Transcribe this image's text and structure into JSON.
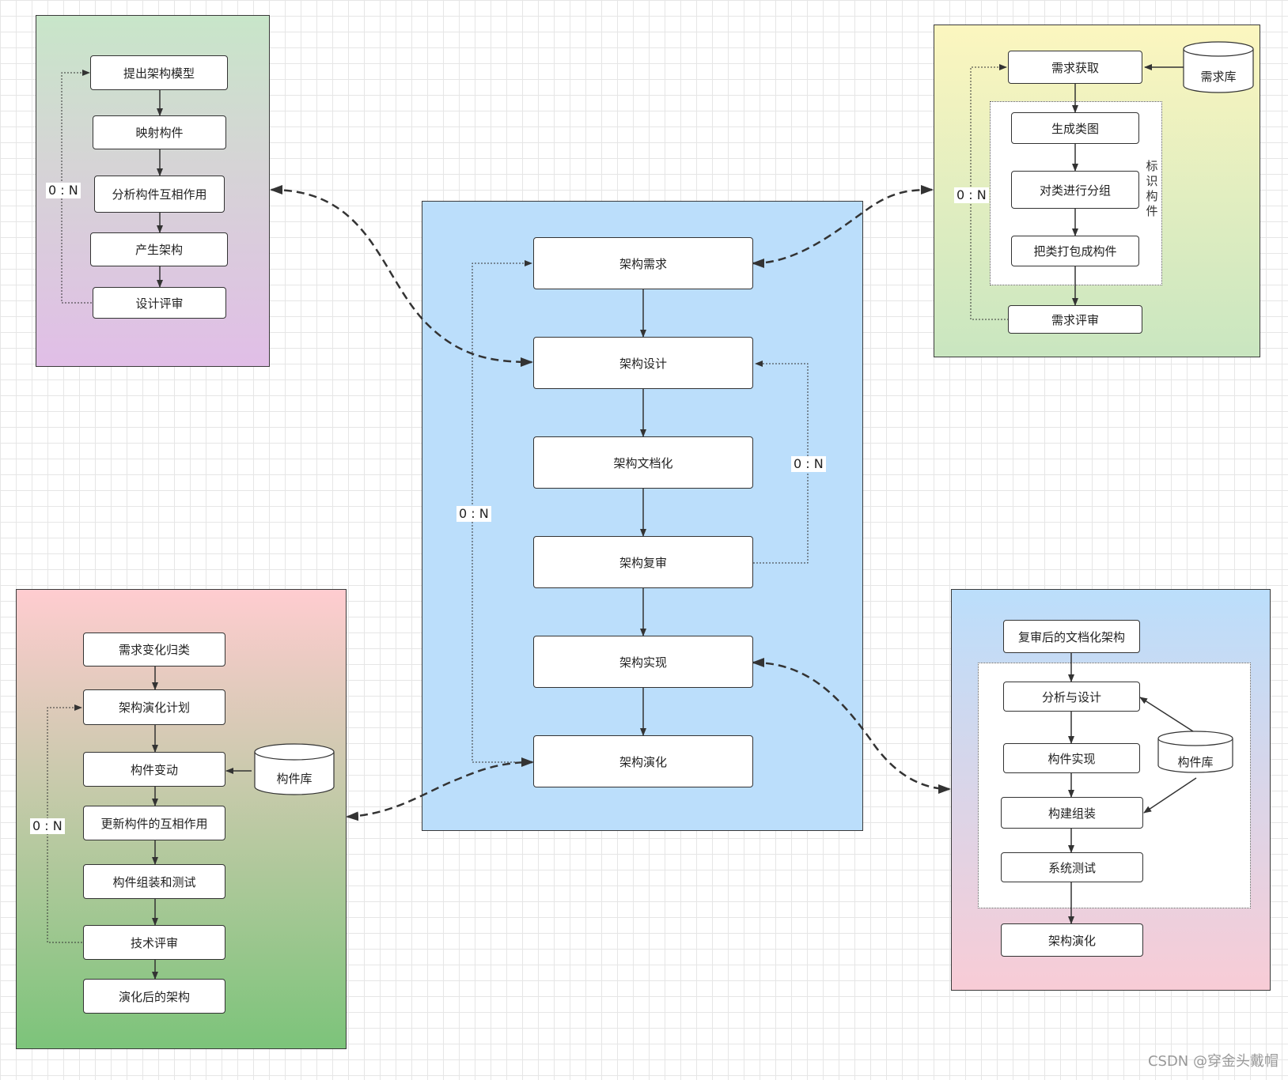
{
  "center": {
    "nodes": [
      "架构需求",
      "架构设计",
      "架构文档化",
      "架构复审",
      "架构实现",
      "架构演化"
    ],
    "loop_right_label": "0 : N",
    "loop_left_label": "0 : N"
  },
  "top_left": {
    "nodes": [
      "提出架构模型",
      "映射构件",
      "分析构件互相作用",
      "产生架构",
      "设计评审"
    ],
    "loop_label": "0 : N"
  },
  "top_right": {
    "nodes": [
      "需求获取",
      "生成类图",
      "对类进行分组",
      "把类打包成构件",
      "需求评审"
    ],
    "database": "需求库",
    "group_label": "标识构件",
    "loop_label": "0 : N"
  },
  "bottom_left": {
    "nodes": [
      "需求变化归类",
      "架构演化计划",
      "构件变动",
      "更新构件的互相作用",
      "构件组装和测试",
      "技术评审",
      "演化后的架构"
    ],
    "database": "构件库",
    "loop_label": "0 : N"
  },
  "bottom_right": {
    "nodes": [
      "复审后的文档化架构",
      "分析与设计",
      "构件实现",
      "构建组装",
      "系统测试",
      "架构演化"
    ],
    "database": "构件库"
  },
  "watermark": "CSDN @穿金头戴帽",
  "colors": {
    "center_panel": "#bbdefb",
    "edge": "#333333"
  }
}
